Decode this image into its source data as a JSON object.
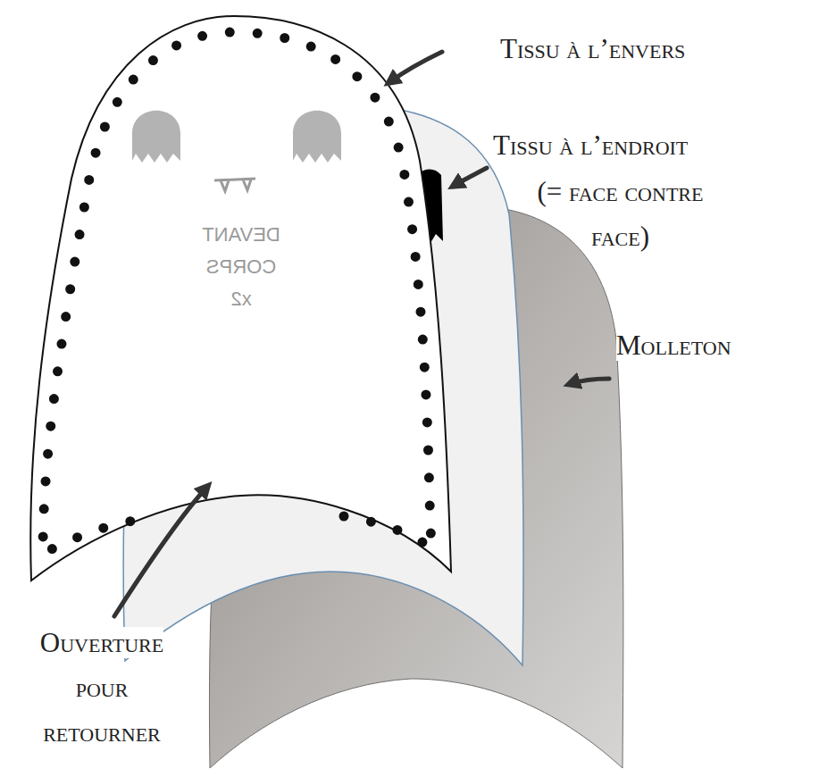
{
  "diagram": {
    "labels": [
      "Tissu à l’envers",
      "Tissu à l’endroit",
      "(= face contre face)",
      "Molleton",
      "Ouverture pour retourner",
      "DEVANT CORPS x2"
    ]
  }
}
